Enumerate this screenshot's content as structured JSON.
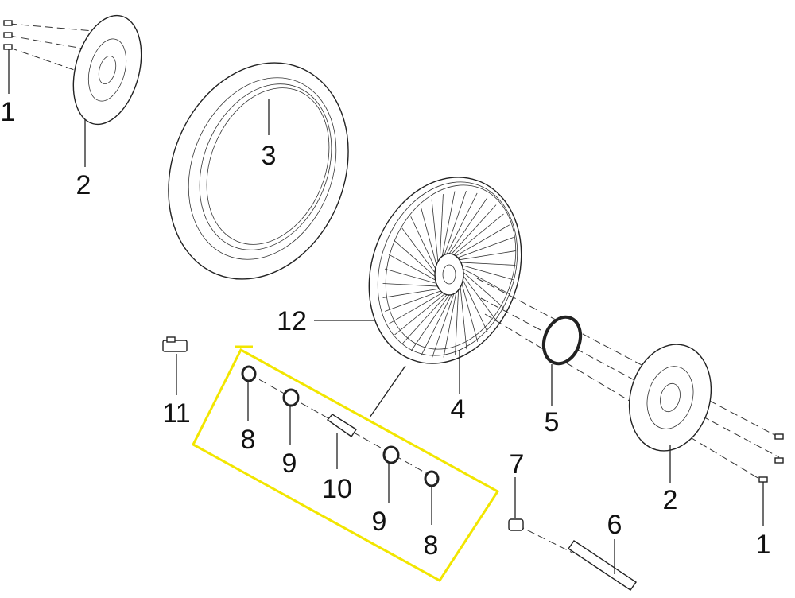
{
  "diagram": {
    "highlight_color": "#f2e600",
    "callouts": [
      {
        "id": "c1a",
        "text": "1"
      },
      {
        "id": "c2a",
        "text": "2"
      },
      {
        "id": "c3",
        "text": "3"
      },
      {
        "id": "c12",
        "text": "12"
      },
      {
        "id": "c11",
        "text": "11"
      },
      {
        "id": "c8a",
        "text": "8"
      },
      {
        "id": "c9a",
        "text": "9"
      },
      {
        "id": "c10",
        "text": "10"
      },
      {
        "id": "c9b",
        "text": "9"
      },
      {
        "id": "c8b",
        "text": "8"
      },
      {
        "id": "c4",
        "text": "4"
      },
      {
        "id": "c5",
        "text": "5"
      },
      {
        "id": "c7",
        "text": "7"
      },
      {
        "id": "c6",
        "text": "6"
      },
      {
        "id": "c2b",
        "text": "2"
      },
      {
        "id": "c1b",
        "text": "1"
      }
    ]
  }
}
